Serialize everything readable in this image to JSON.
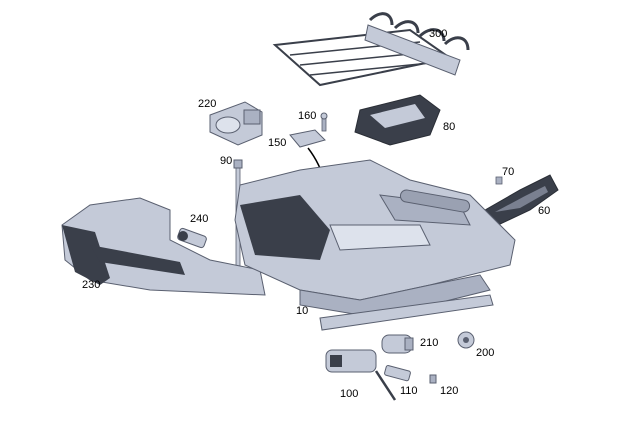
{
  "diagram": {
    "type": "exploded-parts-diagram",
    "labels": {
      "p300": "300",
      "p220": "220",
      "p160": "160",
      "p150": "150",
      "p80": "80",
      "p90": "90",
      "p70": "70",
      "p60": "60",
      "p240": "240",
      "p230": "230",
      "p10": "10",
      "p210": "210",
      "p200": "200",
      "p110": "110",
      "p120": "120",
      "p100": "100"
    }
  },
  "colors": {
    "part_fill": "#c4cad8",
    "part_light": "#dde2ec",
    "part_dark": "#3a3f4a",
    "outline": "#5a6070",
    "arrow": "#000000"
  }
}
